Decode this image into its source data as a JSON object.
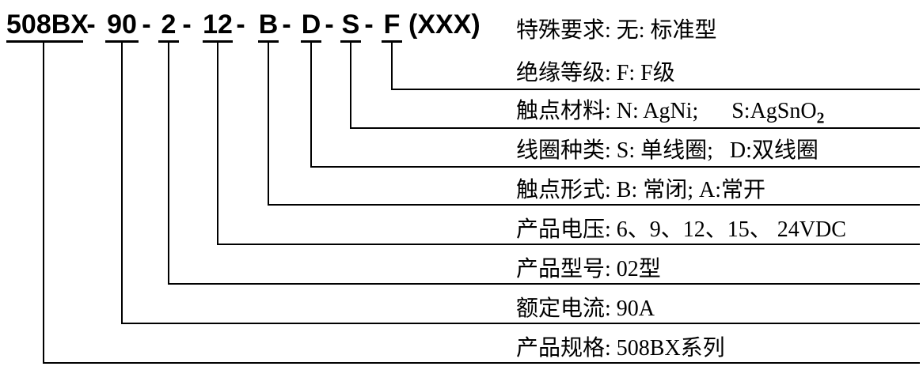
{
  "code": {
    "segments": [
      "508BX",
      "90",
      "2",
      "12",
      "B",
      "D",
      "S",
      "F"
    ],
    "separator": "-",
    "suffix": "(XXX)"
  },
  "rows": [
    {
      "label": "特殊要求: 无: 标准型"
    },
    {
      "label": "绝缘等级: F: F级"
    },
    {
      "label": "触点材料: N: AgNi;      S:AgSnO",
      "sub": "2"
    },
    {
      "label": "线圈种类: S: 单线圈;   D:双线圈"
    },
    {
      "label": "触点形式: B: 常闭; A:常开"
    },
    {
      "label": "产品电压: 6、9、12、15、 24VDC"
    },
    {
      "label": "产品型号: 02型"
    },
    {
      "label": "额定电流: 90A"
    },
    {
      "label": "产品规格: 508BX系列"
    }
  ],
  "colors": {
    "line": "#000000",
    "text": "#000000",
    "background": "#ffffff"
  }
}
